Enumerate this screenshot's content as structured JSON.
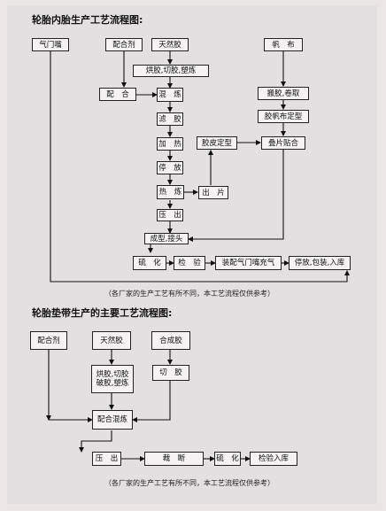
{
  "diagram1": {
    "title": "轮胎内胎生产工艺流程图:",
    "note": "（各厂家的生产工艺有所不同，本工艺流程仅供参考）",
    "nodes": {
      "valve": "气门嘴",
      "compound_agent": "配合剂",
      "natural_rubber": "天然胶",
      "canvas": "帆　布",
      "bake_cut_plasticate": "烘胶,切胶,塑炼",
      "compounding": "配　合",
      "mixing": "混　炼",
      "unwind_coil": "搬胶,卷取",
      "filter": "滤　胶",
      "cloth_shaping": "胶帆布定型",
      "heating": "加　热",
      "skim_shaping": "胶皮定型",
      "ply_joint": "叠片贴合",
      "parking": "停　放",
      "hot_refine": "热　炼",
      "sheet_out": "出　片",
      "extrude": "压　出",
      "forming_splice": "成型,接头",
      "vulcanize": "硫　化",
      "inspect": "检　验",
      "valve_inflate": "装配气门嘴充气",
      "storage_pack": "停放,包装,入库"
    }
  },
  "diagram2": {
    "title": "轮胎垫带生产的主要工艺流程图:",
    "note": "（各厂家的生产工艺有所不同，本工艺流程仅供参考）",
    "nodes": {
      "compound_agent": "配合剂",
      "natural_rubber": "天然胶",
      "synthetic_rubber": "合成胶",
      "bake_cut": "烘胶,切胶\n破胶,塑炼",
      "cut": "切　胶",
      "mix": "配合混炼",
      "extrude": "压　出",
      "trim": "裁　断",
      "vulcanize": "硫　化",
      "inspect_store": "检验入库"
    }
  }
}
